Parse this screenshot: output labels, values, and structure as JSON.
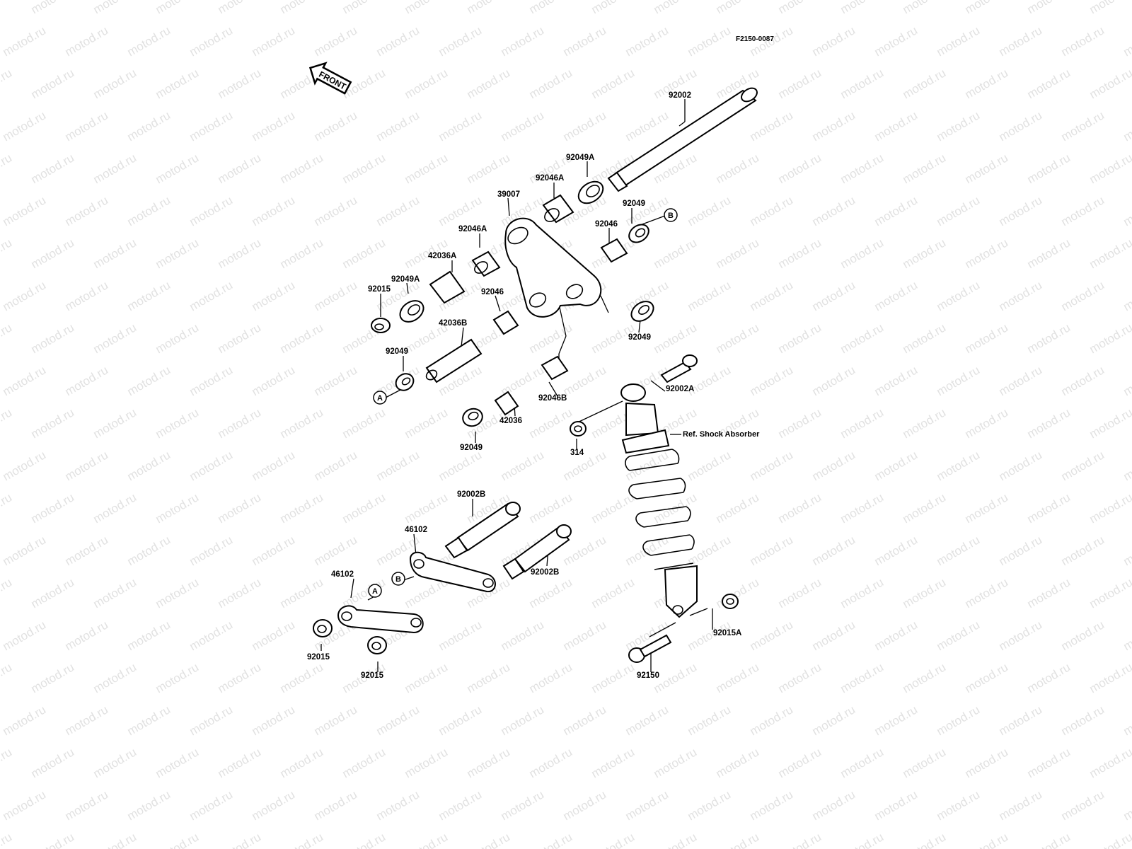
{
  "diagram": {
    "code": "F2150-0087",
    "front_label": "FRONT",
    "reference_label": "Ref. Shock Absorber",
    "watermark": "motod.ru",
    "callouts": {
      "c92002": "92002",
      "c92049A_top": "92049A",
      "c92046A_top": "92046A",
      "c39007": "39007",
      "c92049_top": "92049",
      "c92046_right": "92046",
      "c92046A_left": "92046A",
      "c42036A": "42036A",
      "c92049A_left": "92049A",
      "c92015_top": "92015",
      "c92046_mid": "92046",
      "c42036B": "42036B",
      "c92049_right": "92049",
      "c92049_left": "92049",
      "c92046B": "92046B",
      "c42036": "42036",
      "c92049_bottom": "92049",
      "c92002A": "92002A",
      "c314": "314",
      "c92002B_top": "92002B",
      "c46102_top": "46102",
      "c92002B_mid": "92002B",
      "c46102_left": "46102",
      "c92015_left": "92015",
      "c92015_bottom": "92015",
      "c92015A": "92015A",
      "c92150": "92150"
    },
    "markers": {
      "A_left": "A",
      "A_link": "A",
      "B_right": "B",
      "B_link": "B"
    }
  }
}
